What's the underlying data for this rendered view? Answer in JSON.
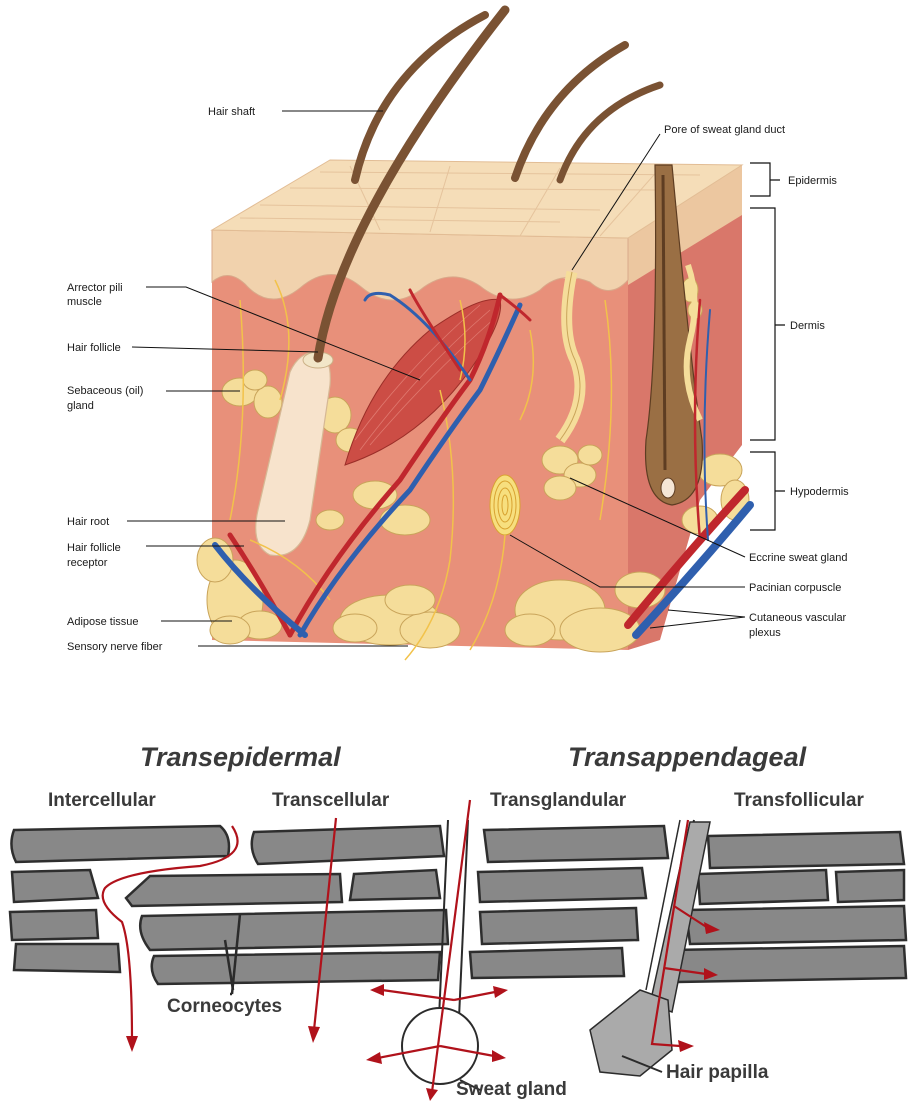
{
  "skin_diagram": {
    "labels": {
      "hair_shaft": "Hair shaft",
      "pore_of_sweat_gland_duct": "Pore of sweat gland duct",
      "epidermis": "Epidermis",
      "dermis": "Dermis",
      "hypodermis": "Hypodermis",
      "arrector_pili_line1": "Arrector pili",
      "arrector_pili_line2": "muscle",
      "hair_follicle": "Hair follicle",
      "sebaceous_line1": "Sebaceous (oil)",
      "sebaceous_line2": "gland",
      "hair_root": "Hair root",
      "hair_follicle_receptor_line1": "Hair follicle",
      "hair_follicle_receptor_line2": "receptor",
      "adipose_tissue": "Adipose tissue",
      "sensory_nerve_fiber": "Sensory nerve fiber",
      "eccrine_sweat_gland": "Eccrine sweat gland",
      "pacinian_corpuscle": "Pacinian corpuscle",
      "cutaneous_vascular_plexus_line1": "Cutaneous vascular",
      "cutaneous_vascular_plexus_line2": "plexus"
    },
    "colors": {
      "epidermis": "#f3d9b4",
      "dermis": "#e8907a",
      "dermis_side": "#d9776a",
      "fat": "#f5dd9a",
      "hair": "#7a5233",
      "artery": "#c0272d",
      "vein": "#2f5fae",
      "nerve": "#f2c24a"
    }
  },
  "routes_diagram": {
    "transepidermal": {
      "title": "Transepidermal",
      "intercellular": "Intercellular",
      "transcellular": "Transcellular"
    },
    "transappendageal": {
      "title": "Transappendageal",
      "transglandular": "Transglandular",
      "transfollicular": "Transfollicular"
    },
    "labels": {
      "corneocytes": "Corneocytes",
      "sweat_gland": "Sweat gland",
      "hair_papilla": "Hair papilla"
    },
    "colors": {
      "cell": "#888888",
      "route_arrow": "#b0121b"
    }
  }
}
